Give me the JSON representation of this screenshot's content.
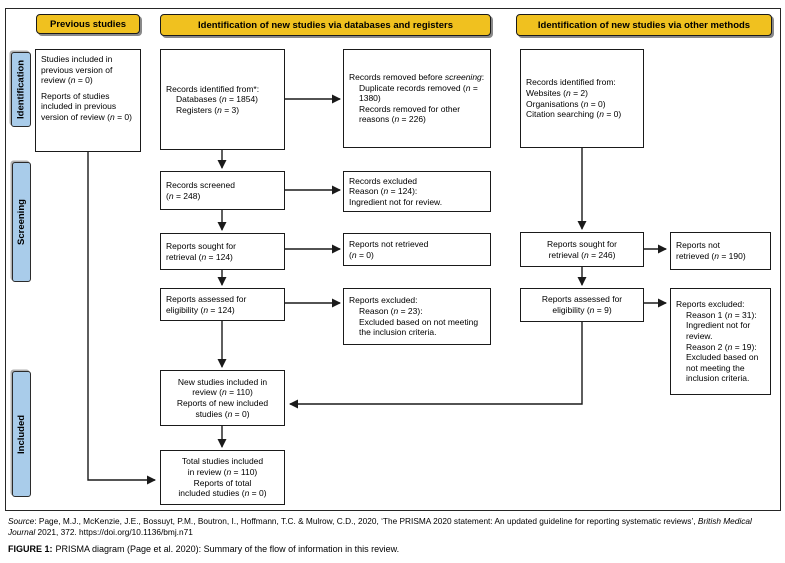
{
  "headers": {
    "previous": "Previous studies",
    "databases": "Identification of new studies via databases and registers",
    "other_methods": "Identification of new studies via other methods"
  },
  "stages": {
    "identification": "Identification",
    "screening": "Screening",
    "included": "Included"
  },
  "boxes": {
    "previous_studies": {
      "p1": "Studies included in previous version of review (*n* = 0)",
      "p2": "Reports of studies included in previous version of review (*n* = 0)"
    },
    "db_records_identified": {
      "l1": "Records identified from*:",
      "l2": "Databases (*n* = 1854)",
      "l3": "Registers (*n* = 3)"
    },
    "records_removed": {
      "l1": "Records removed before *screening*:",
      "l2": "Duplicate records removed (*n* = 1380)",
      "l3": "Records removed for other reasons (*n* = 226)"
    },
    "records_screened": {
      "l1": "Records screened",
      "l2": "(*n* = 248)"
    },
    "records_excluded": {
      "l1": "Records excluded",
      "l2": "Reason (*n* = 124):",
      "l3": "Ingredient not for review."
    },
    "reports_sought_db": {
      "l1": "Reports sought for",
      "l2": "retrieval (*n* = 124)"
    },
    "reports_not_retrieved_db": {
      "l1": "Reports not retrieved",
      "l2": "(*n* = 0)"
    },
    "reports_assessed_db": {
      "l1": "Reports assessed for",
      "l2": "eligibility (*n* = 124)"
    },
    "reports_excluded_db": {
      "l1": "Reports excluded:",
      "l2": "Reason (*n* = 23):",
      "l3": "Excluded based on not meeting the inclusion criteria."
    },
    "new_studies": {
      "l1": "New studies included in",
      "l2": "review (*n* = 110)",
      "l3": "Reports of new included",
      "l4": "studies (*n* = 0)"
    },
    "total_studies": {
      "l1": "Total studies included",
      "l2": "in review (*n* = 110)",
      "l3": "Reports of total",
      "l4": "included studies (*n* = 0)"
    },
    "other_records_identified": {
      "l1": "Records identified from:",
      "l2": "Websites (*n* = 2)",
      "l3": "Organisations (*n* = 0)",
      "l4": "Citation searching (*n* = 0)"
    },
    "reports_sought_other": {
      "l1": "Reports sought for",
      "l2": "retrieval (*n* = 246)"
    },
    "reports_not_retrieved_other": {
      "l1": "Reports not",
      "l2": "retrieved (*n* = 190)"
    },
    "reports_assessed_other": {
      "l1": "Reports assessed for",
      "l2": "eligibility (*n* = 9)"
    },
    "reports_excluded_other": {
      "l1": "Reports excluded:",
      "l2": "Reason 1 (*n* = 31):",
      "l3": "Ingredient not for review.",
      "l4": "Reason 2 (*n* = 19):",
      "l5": "Excluded based on not meeting the inclusion criteria."
    }
  },
  "footer": {
    "source": "*Source*: Page, M.J., McKenzie, J.E., Bossuyt, P.M., Boutron, I., Hoffmann, T.C. & Mulrow, C.D., 2020, ‘The PRISMA 2020 statement: An updated guideline for reporting systematic reviews’, *British Medical Journal* 2021, 372. https://doi.org/10.1136/bmj.n71",
    "figure_label": "FIGURE 1:",
    "figure_text": "PRISMA diagram (Page et al. 2020): Summary of the flow of information in this review."
  },
  "colors": {
    "header_bg": "#F0C11F",
    "stage_bg": "#A9CCEA",
    "line": "#1A1A1A"
  }
}
